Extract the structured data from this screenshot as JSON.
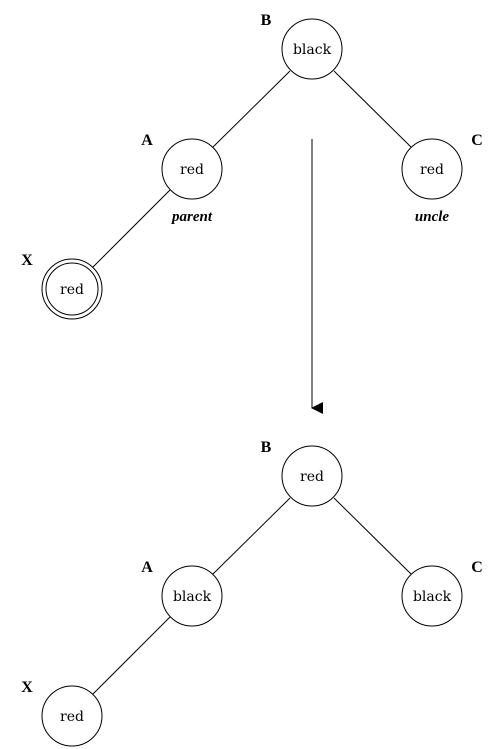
{
  "before": {
    "nodes": {
      "B": {
        "letter": "B",
        "color": "black"
      },
      "A": {
        "letter": "A",
        "color": "red",
        "role": "parent"
      },
      "C": {
        "letter": "C",
        "color": "red",
        "role": "uncle"
      },
      "X": {
        "letter": "X",
        "color": "red"
      }
    }
  },
  "after": {
    "nodes": {
      "B": {
        "letter": "B",
        "color": "red"
      },
      "A": {
        "letter": "A",
        "color": "black"
      },
      "C": {
        "letter": "C",
        "color": "black"
      },
      "X": {
        "letter": "X",
        "color": "red"
      }
    }
  }
}
